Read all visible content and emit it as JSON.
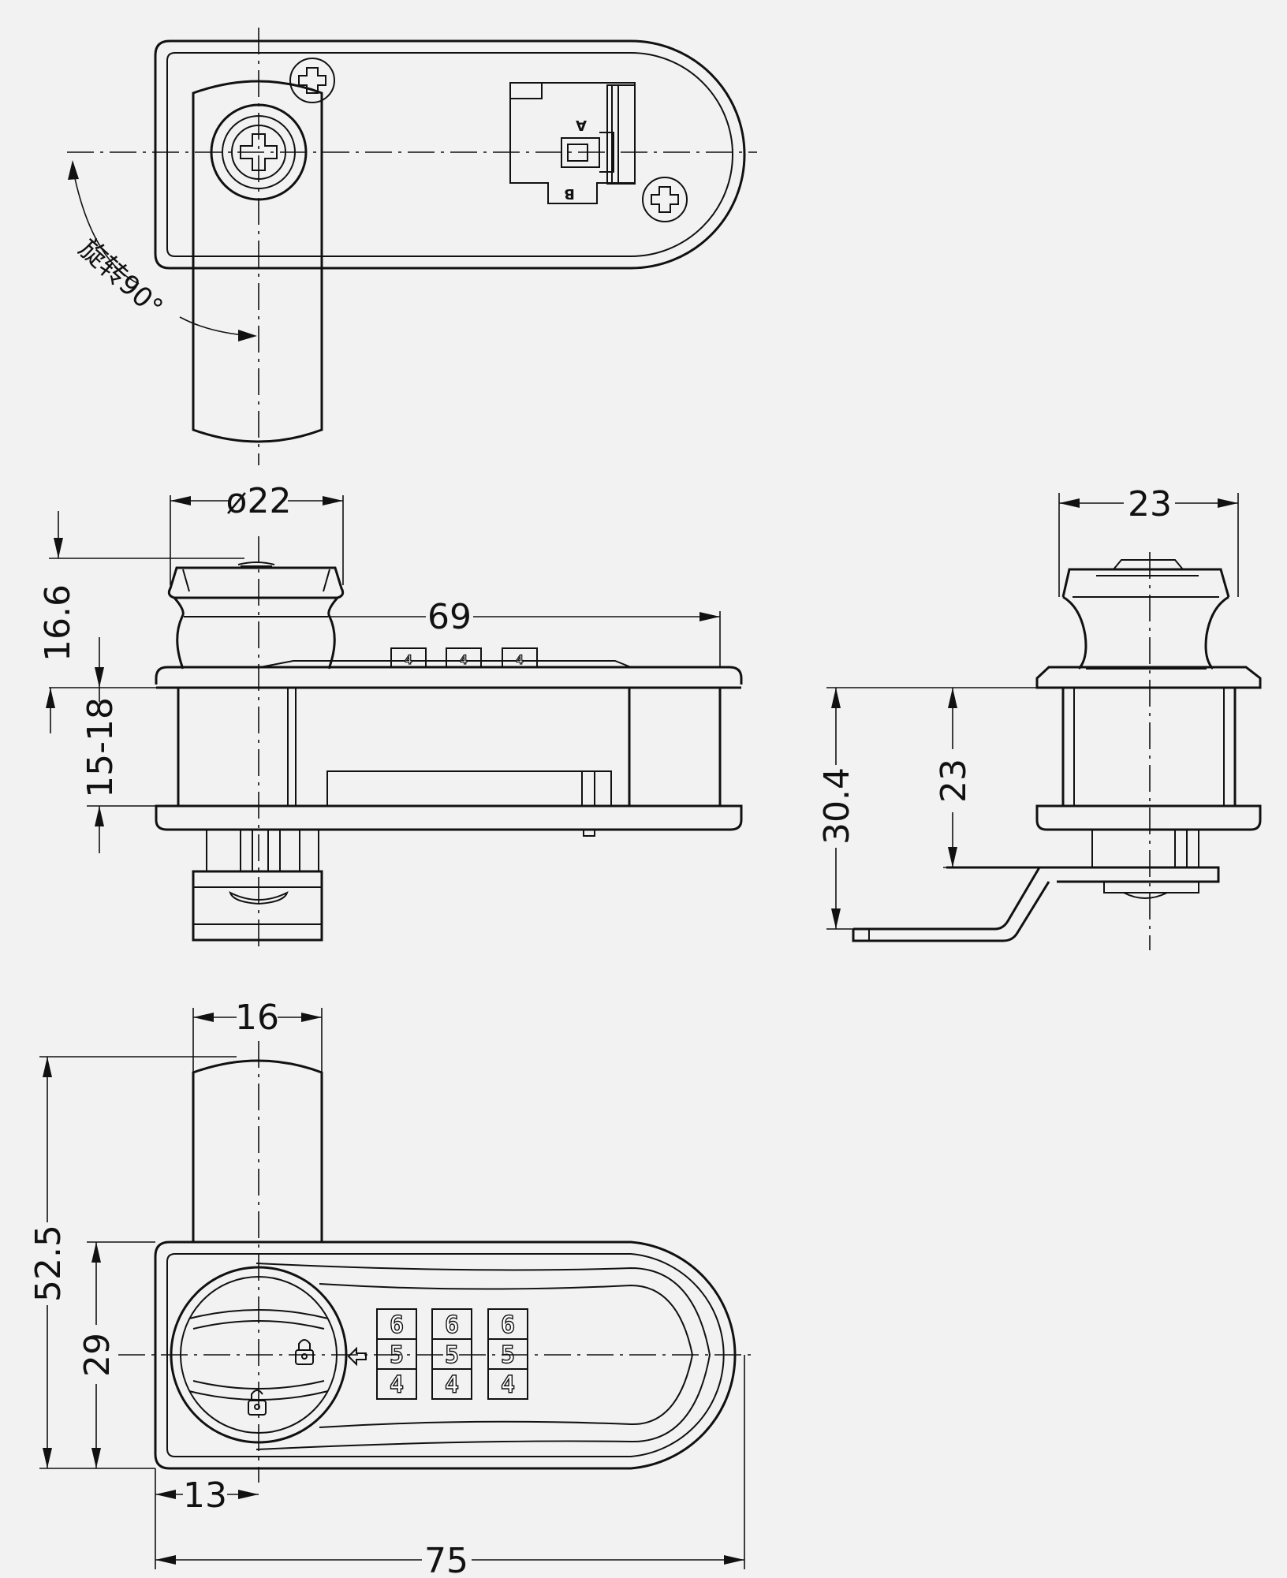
{
  "drawing": {
    "rotation_note": "旋转90°",
    "position_a": "A",
    "position_b": "B"
  },
  "dimensions": {
    "diameter": "ø22",
    "length_69": "69",
    "height_16_6": "16.6",
    "panel_range": "15-18",
    "width_23": "23",
    "height_23": "23",
    "height_30_4": "30.4",
    "handle_width": "16",
    "total_height": "52.5",
    "body_height": "29",
    "offset_13": "13",
    "total_length": "75"
  },
  "dials": {
    "side_view": [
      "4",
      "4",
      "4"
    ],
    "front_view": [
      [
        "6",
        "5",
        "4"
      ],
      [
        "6",
        "5",
        "4"
      ],
      [
        "6",
        "5",
        "4"
      ]
    ]
  },
  "colors": {
    "line": "#111111",
    "background": "#f2f2f2"
  }
}
